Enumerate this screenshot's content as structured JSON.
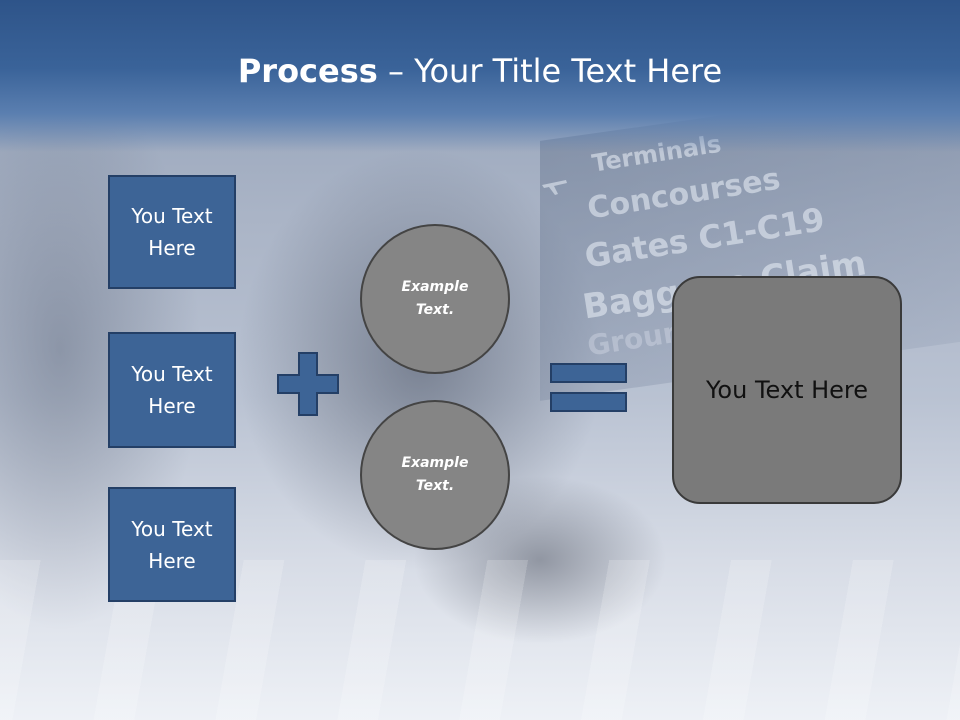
{
  "title": {
    "bold": "Process",
    "rest": " – Your Title Text Here"
  },
  "background_sign": {
    "lines": [
      "Terminals",
      "Concourses",
      "Gates C1-C19",
      "Baggage Claim",
      "Ground Transport"
    ]
  },
  "left_boxes": [
    {
      "label": "You Text Here"
    },
    {
      "label": "You Text Here"
    },
    {
      "label": "You Text Here"
    }
  ],
  "circles": [
    {
      "label": "Example Text."
    },
    {
      "label": "Example Text."
    }
  ],
  "result": {
    "label": "You Text Here"
  },
  "colors": {
    "box_fill": "#3d6496",
    "box_border": "#243f66",
    "circle_fill": "#858585",
    "result_fill": "#7a7a7a",
    "header": "#2e5489"
  },
  "icons": {
    "operator_plus": "plus-icon",
    "operator_equals": "equals-icon",
    "sign_plane": "airplane-icon"
  }
}
